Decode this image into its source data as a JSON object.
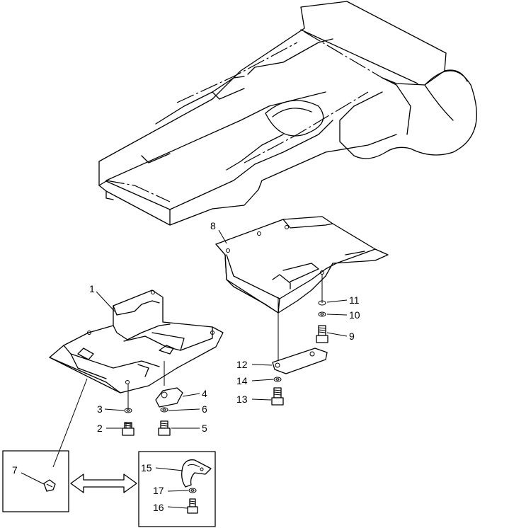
{
  "callouts": [
    {
      "id": "c1",
      "label": "1"
    },
    {
      "id": "c2",
      "label": "2"
    },
    {
      "id": "c3",
      "label": "3"
    },
    {
      "id": "c4",
      "label": "4"
    },
    {
      "id": "c5",
      "label": "5"
    },
    {
      "id": "c6",
      "label": "6"
    },
    {
      "id": "c7",
      "label": "7"
    },
    {
      "id": "c8",
      "label": "8"
    },
    {
      "id": "c9",
      "label": "9"
    },
    {
      "id": "c10",
      "label": "10"
    },
    {
      "id": "c11",
      "label": "11"
    },
    {
      "id": "c12",
      "label": "12"
    },
    {
      "id": "c13",
      "label": "13"
    },
    {
      "id": "c14",
      "label": "14"
    },
    {
      "id": "c15",
      "label": "15"
    },
    {
      "id": "c16",
      "label": "16"
    },
    {
      "id": "c17",
      "label": "17"
    }
  ]
}
